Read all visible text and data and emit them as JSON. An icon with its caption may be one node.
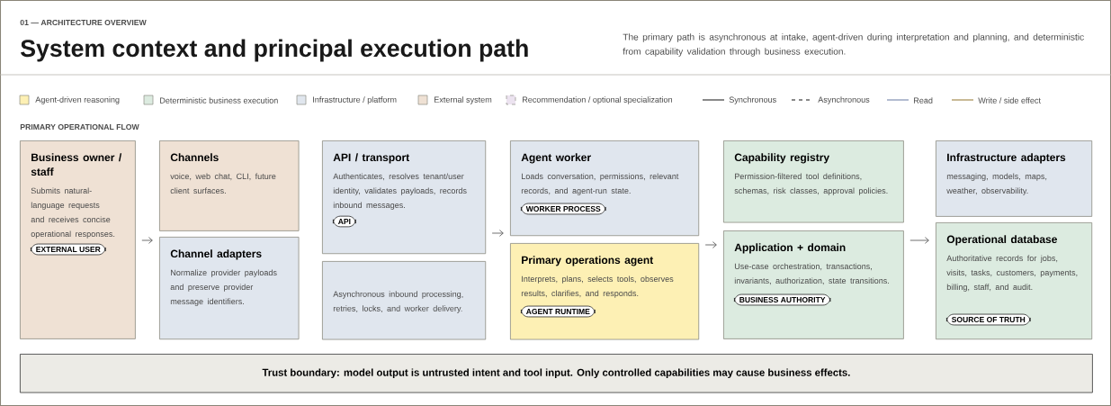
{
  "diagram": {
    "title": "System context and principal execution path",
    "nodes": [
      {
        "text": [
          "Business owner / staff",
          "Submits natural-language requests and receives concise operational responses."
        ]
      },
      {
        "text": [
          "EXTERNAL USER"
        ],
        "in": 0
      },
      {
        "text": [
          "Channels",
          "voice, web chat, CLI, future client surfaces."
        ]
      },
      {
        "text": [
          "Channel adapters",
          "Normalize provider payloads and preserve provider message identifiers."
        ]
      },
      {
        "text": [
          "API / transport",
          "Authenticates, resolves tenant/user identity, validates payloads, records inbound messages."
        ]
      },
      {
        "text": [
          "API"
        ],
        "in": 4
      },
      {
        "text": [
          "Asynchronous inbound processing, retries, locks, and worker delivery."
        ]
      },
      {
        "text": [
          "Agent worker",
          "Loads conversation, permissions, relevant records, and agent-run state."
        ]
      },
      {
        "text": [
          "WORKER PROCESS"
        ],
        "in": 7
      },
      {
        "text": [
          "Primary operations agent",
          "Interprets, plans, selects tools, observes results, clarifies, and responds."
        ]
      },
      {
        "text": [
          "AGENT RUNTIME"
        ],
        "in": 9
      },
      {
        "text": [
          "Capability registry",
          "Permission-filtered tool definitions, schemas, risk classes, approval policies."
        ]
      },
      {
        "text": [
          "Application + domain",
          "Use-case orchestration, transactions, invariants, authorization, state transitions."
        ]
      },
      {
        "text": [
          "BUSINESS AUTHORITY"
        ],
        "in": 12
      },
      {
        "text": [
          "Infrastructure adapters",
          "messaging, models, maps, weather, observability."
        ]
      },
      {
        "text": [
          "Operational database",
          "Authoritative records for jobs, visits, tasks, customers, payments, billing, staff, and audit."
        ]
      },
      {
        "text": [
          "SOURCE OF TRUTH"
        ],
        "in": 15
      },
      {
        "text": [
          "Trust boundary: model output is untrusted intent and tool input. Only controlled capabilities may cause business effects."
        ]
      }
    ],
    "edges": [
      {
        "from": 0,
        "to": 3,
        "arrow": "to"
      },
      {
        "from": 4,
        "to": 7,
        "arrow": "to"
      },
      {
        "from": 9,
        "to": 12,
        "arrow": "to"
      },
      {
        "from": 12,
        "to": 15,
        "arrow": "to"
      }
    ],
    "labels": [
      "01 — ARCHITECTURE OVERVIEW",
      "The primary path is asynchronous at intake, agent-driven during interpretation and planning, and deterministic from capability validation through business execution.",
      "PRIMARY OPERATIONAL FLOW"
    ],
    "legend": [
      {
        "text": "Agent-driven reasoning",
        "color": "#fdf0b4"
      },
      {
        "text": "Deterministic business execution",
        "color": "#dcebe0"
      },
      {
        "text": "Infrastructure / platform",
        "color": "#e0e6ee"
      },
      {
        "text": "External system",
        "color": "#efe1d4"
      },
      {
        "text": "Recommendation / optional specialization",
        "color": "#ece3f0"
      },
      {
        "text": "Synchronous"
      },
      {
        "text": "Asynchronous"
      },
      {
        "text": "Read"
      },
      {
        "text": "Write / side effect"
      }
    ]
  }
}
